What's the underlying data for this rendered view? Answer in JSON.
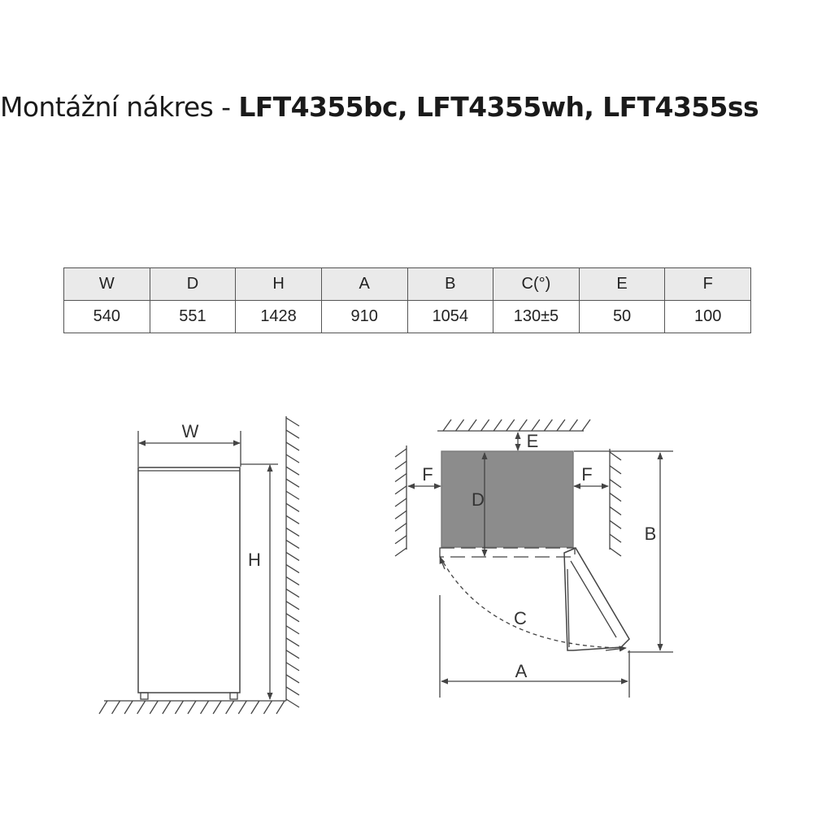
{
  "title": {
    "prefix": "Montážní nákres - ",
    "models": "LFT4355bc, LFT4355wh, LFT4355ss"
  },
  "table": {
    "headers": [
      "W",
      "D",
      "H",
      "A",
      "B",
      "C(°)",
      "E",
      "F"
    ],
    "values": [
      "540",
      "551",
      "1428",
      "910",
      "1054",
      "130±5",
      "50",
      "100"
    ]
  },
  "diagram": {
    "side_view": {
      "width_label": "W",
      "height_label": "H"
    },
    "top_view": {
      "e_label": "E",
      "f_left_label": "F",
      "f_right_label": "F",
      "d_label": "D",
      "b_label": "B",
      "c_label": "C",
      "a_label": "A"
    },
    "colors": {
      "line": "#444444",
      "appliance_fill": "#8c8c8c"
    }
  }
}
